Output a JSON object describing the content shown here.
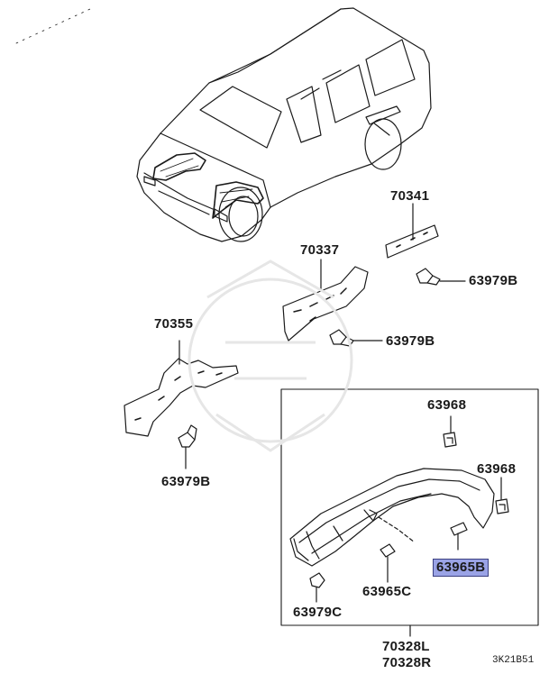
{
  "diagram_code": "3K21B51",
  "labels": {
    "p70341": "70341",
    "p63979b_a": "63979B",
    "p70337": "70337",
    "p63979b_b": "63979B",
    "p70355": "70355",
    "p63979b_c": "63979B",
    "p63968_a": "63968",
    "p63968_b": "63968",
    "p63965b": "63965B",
    "p63965c": "63965C",
    "p63979c": "63979C",
    "p70328l": "70328L",
    "p70328r": "70328R"
  },
  "highlight_color": "#9aa3e6"
}
